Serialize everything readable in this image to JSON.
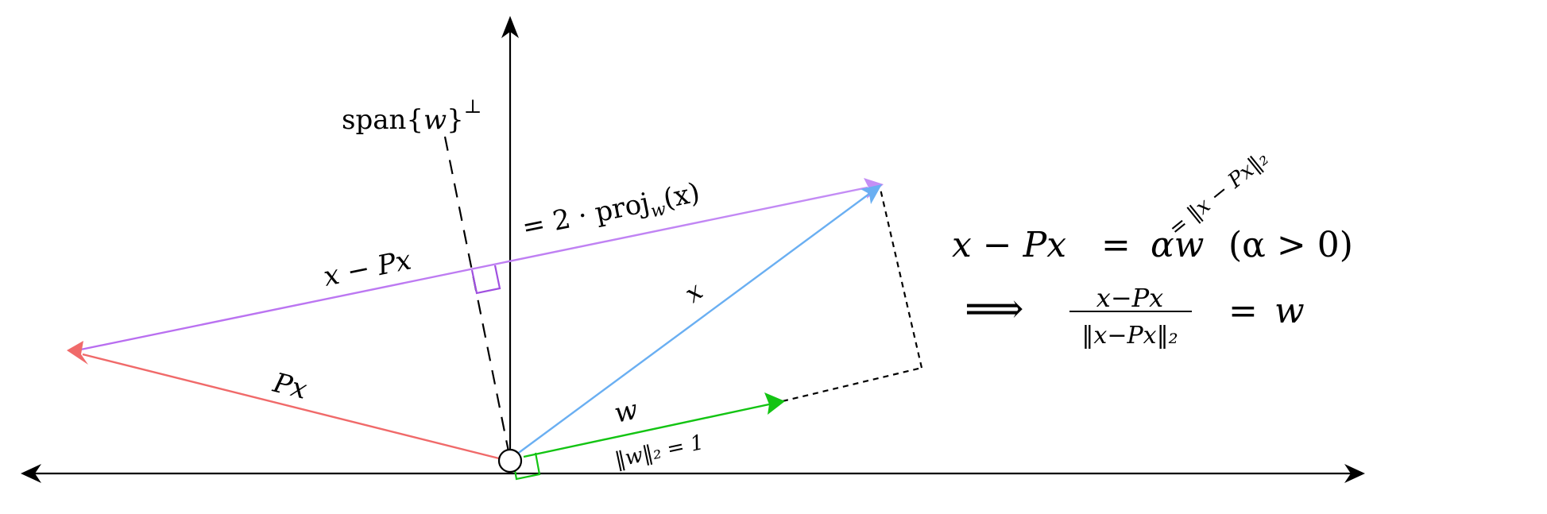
{
  "colors": {
    "axis": "#000000",
    "x_vector": "#6aaff2",
    "w_vector": "#13c413",
    "px_vector": "#f06a6a",
    "x_minus_px_start": "#b86cf0",
    "x_minus_px_end": "#c48ef5",
    "right_angle_w": "#13c413",
    "right_angle_reflect": "#a050e0"
  },
  "labels": {
    "span_perp_text": "span{",
    "span_perp_var": "w",
    "span_perp_close": "}",
    "span_perp_sup": "⊥",
    "two_proj_eq": "= 2 · proj",
    "two_proj_sub": "w",
    "two_proj_arg": "(x)",
    "x_minus_px": "x − Px",
    "x_label": "x",
    "px_label": "Px",
    "w_label": "w",
    "w_norm": "‖w‖₂ = 1",
    "norm_rotated": "= ‖x − Px‖₂"
  },
  "equations": {
    "line1_lhs": "x − Px",
    "line1_eq": "=",
    "line1_alpha_w": "αw",
    "line1_cond": "(α > 0)",
    "line2_implies": "⟹",
    "line2_num": "x−Px",
    "line2_den": "‖x−Px‖₂",
    "line2_eq": "=",
    "line2_rhs": "w"
  }
}
